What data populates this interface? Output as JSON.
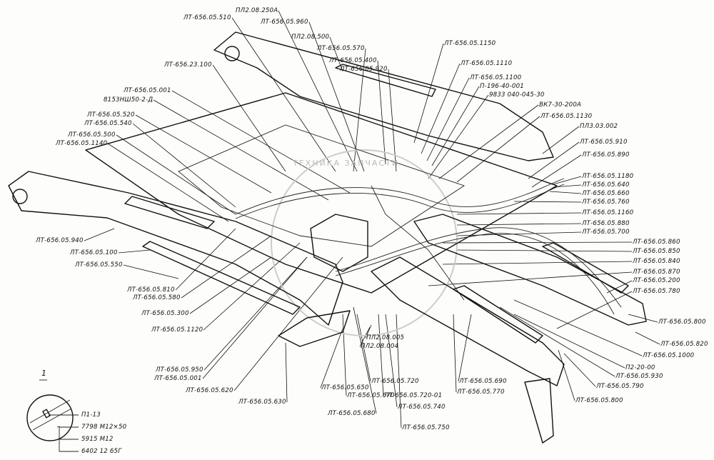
{
  "watermark": "ТЕХНИКА    ЗАПЧАСТИ",
  "labels": [
    "ЛТ-656.05.510",
    "ПЛ2.08.250А",
    "ЛТ-656.05.960",
    "ПЛ2.08.500",
    "ЛТ-656.05.570",
    "ЛТ-656.05.1150",
    "ЛТ-656.05.400",
    "ЛТ-656.05.920",
    "ЛТ-656.05.1110",
    "ЛТ-656.05.1100",
    "П-196-40-001",
    "9833 040-045-30",
    "ВК7-30-200А",
    "ЛТ-656.05.1130",
    "ПЛ3.03.002",
    "ЛТ-656.23.100",
    "ЛТ-656.05.001",
    "8153НШ50-2-Д",
    "ЛТ-656.05.520",
    "ЛТ-656.05.540",
    "ЛТ-656.05.500",
    "ЛТ-656.05.1140",
    "ЛТ-656.05.910",
    "ЛТ-656.05.890",
    "ЛТ-656.05.1180",
    "ЛТ-656.05.640",
    "ЛТ-656.05.660",
    "ЛТ-656.05.760",
    "ЛТ-656.05.1160",
    "ЛТ-656.05.880",
    "ЛТ-656.05.700",
    "ЛТ-656.05.860",
    "ЛТ-656.05.850",
    "ЛТ-656.05.840",
    "ЛТ-656.05.870",
    "ЛТ-656.05.200",
    "ЛТ-656.05.780",
    "ЛТ-656.05.800",
    "ЛТ-656.05.820",
    "ЛТ-656.05.1000",
    "П2-20-00",
    "ЛТ-656.05.930",
    "ЛТ-656.05.790",
    "ЛТ-656.05.800",
    "ЛТ-656.05.690",
    "ЛТ-656.05.770",
    "ЛТ-656.05.720",
    "ЛТ-656.05.720-01",
    "ЛТ-656.05.740",
    "ЛТ-656.05.750",
    "ПЛ2.08.005",
    "ПЛ2.08.004",
    "ЛТ-656.05.680",
    "ЛТ-656.05.670",
    "ЛТ-656.05.650",
    "ЛТ-656.05.630",
    "ЛТ-656.05.620",
    "ЛТ-656.05.950",
    "ЛТ-656.05.001",
    "ЛТ-656.05.1120",
    "ЛТ-656.05.300",
    "ЛТ-656.05.580",
    "ЛТ-656.05.810",
    "ЛТ-656.05.550",
    "ЛТ-656.05.100",
    "ЛТ-656.05.940"
  ],
  "inset": {
    "title": "1",
    "labels": [
      "П1-13",
      "7798 М12×50",
      "5915 М12",
      "6402 12 65Г"
    ]
  }
}
